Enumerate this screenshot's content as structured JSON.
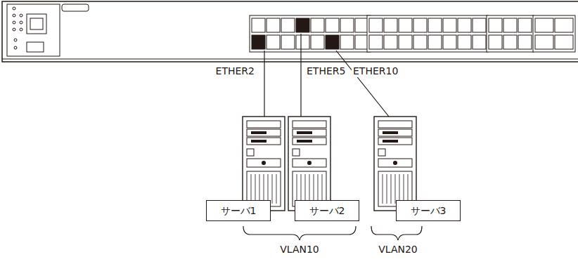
{
  "diagram": {
    "nodes": [
      {
        "text": [
          "サーバ1"
        ]
      },
      {
        "text": [
          "サーバ2"
        ]
      },
      {
        "text": [
          "サーバ3"
        ]
      }
    ],
    "labels": [
      "ETHER2",
      "ETHER5",
      "ETHER10",
      "VLAN10",
      "VLAN20"
    ]
  }
}
